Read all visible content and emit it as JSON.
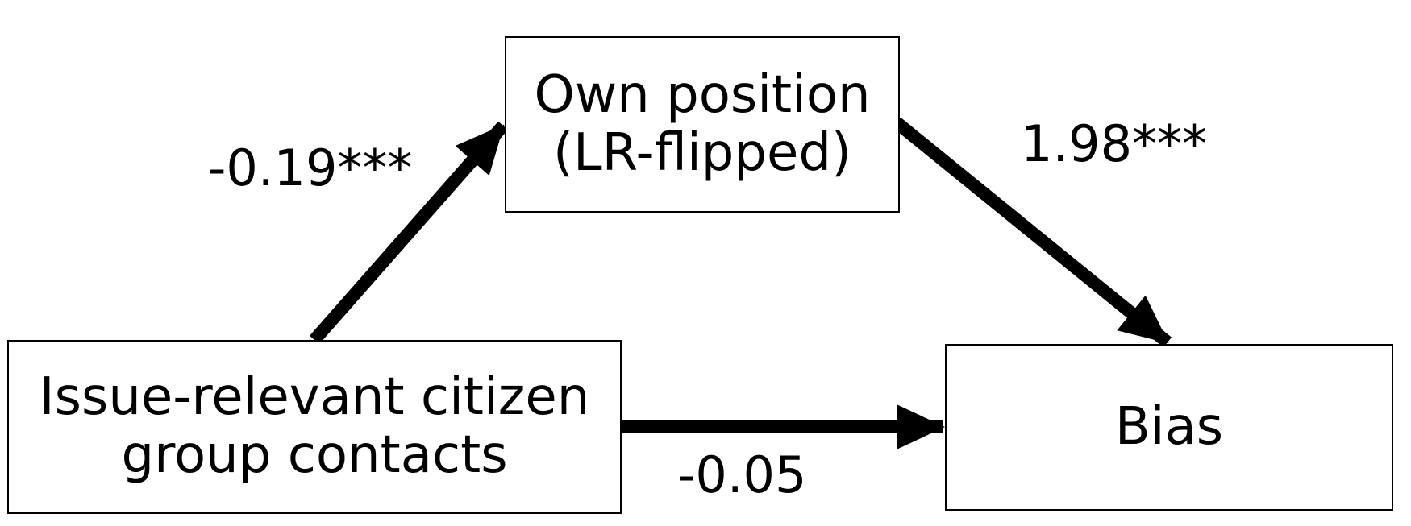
{
  "nodes": {
    "mediator": {
      "line1": "Own position",
      "line2": "(LR-flipped)"
    },
    "predictor": {
      "line1": "Issue-relevant citizen",
      "line2": "group contacts"
    },
    "outcome": {
      "label": "Bias"
    }
  },
  "paths": {
    "predictor_to_mediator": "-0.19***",
    "mediator_to_outcome": "1.98***",
    "predictor_to_outcome": "-0.05"
  },
  "colors": {
    "stroke": "#000000",
    "background": "#ffffff"
  }
}
